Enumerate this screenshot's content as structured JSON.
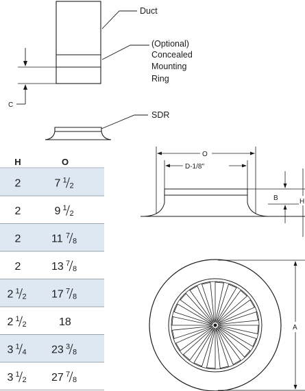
{
  "labels": {
    "duct": "Duct",
    "optional": "(Optional)",
    "concealed": "Concealed",
    "mounting": "Mounting",
    "ring": "Ring",
    "c": "C",
    "sdr": "SDR",
    "o": "O",
    "d_minus": "D-1/8\"",
    "b": "B",
    "h": "H",
    "a": "A"
  },
  "table": {
    "headers": {
      "h": "H",
      "o": "O"
    },
    "rows": [
      {
        "h_whole": "2",
        "h_num": "",
        "h_den": "",
        "o_whole": "7",
        "o_num": "1",
        "o_den": "2",
        "shaded": true
      },
      {
        "h_whole": "2",
        "h_num": "",
        "h_den": "",
        "o_whole": "9",
        "o_num": "1",
        "o_den": "2",
        "shaded": false
      },
      {
        "h_whole": "2",
        "h_num": "",
        "h_den": "",
        "o_whole": "11",
        "o_num": "7",
        "o_den": "8",
        "shaded": true
      },
      {
        "h_whole": "2",
        "h_num": "",
        "h_den": "",
        "o_whole": "13",
        "o_num": "7",
        "o_den": "8",
        "shaded": false
      },
      {
        "h_whole": "2",
        "h_num": "1",
        "h_den": "2",
        "o_whole": "17",
        "o_num": "7",
        "o_den": "8",
        "shaded": true
      },
      {
        "h_whole": "2",
        "h_num": "1",
        "h_den": "2",
        "o_whole": "18",
        "o_num": "",
        "o_den": "",
        "shaded": false
      },
      {
        "h_whole": "3",
        "h_num": "1",
        "h_den": "4",
        "o_whole": "23",
        "o_num": "3",
        "o_den": "8",
        "shaded": true
      },
      {
        "h_whole": "3",
        "h_num": "1",
        "h_den": "2",
        "o_whole": "27",
        "o_num": "7",
        "o_den": "8",
        "shaded": false
      }
    ]
  },
  "colors": {
    "row_shade": "#dde8f2",
    "divider": "#9aa3ab",
    "line": "#1a1a1a"
  }
}
